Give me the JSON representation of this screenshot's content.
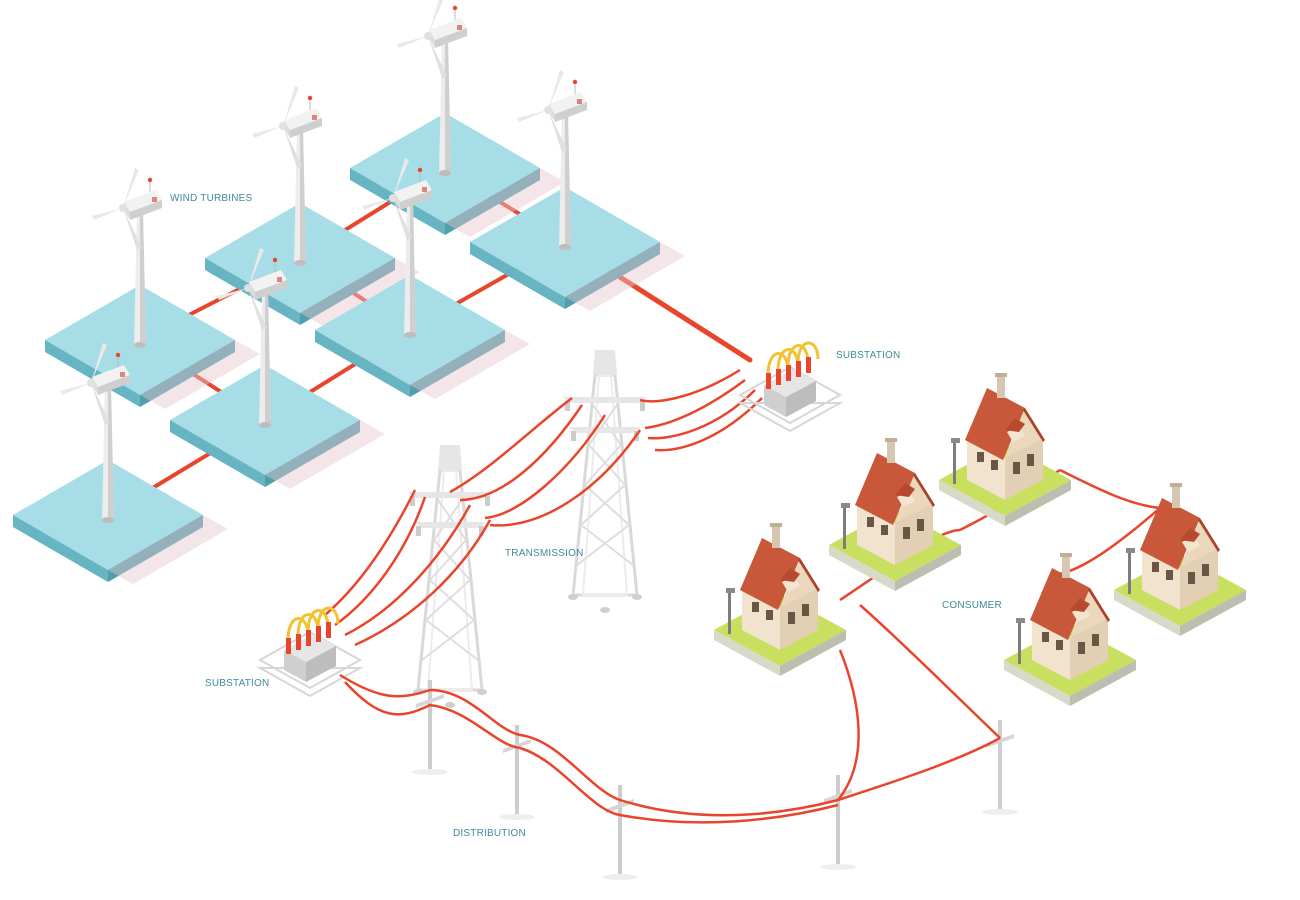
{
  "labels": {
    "wind_turbines": "WIND TURBINES",
    "substation_top": "SUBSTATION",
    "transmission": "TRANSMISSION",
    "substation_bottom": "SUBSTATION",
    "consumer": "CONSUMER",
    "distribution": "DISTRIBUTION"
  },
  "colors": {
    "label": "#3f8a9a",
    "cable": "#e8452c",
    "platform_top": "#a6dde6",
    "platform_side": "#67b5c3",
    "lawn": "#c8df5f",
    "roof": "#c9583a",
    "wall": "#f1e3cd",
    "pylon": "#d9d9d9",
    "pole": "#c9c9c9"
  },
  "icons": [
    "wind-turbine-icon",
    "substation-icon",
    "transmission-tower-icon",
    "utility-pole-icon",
    "house-icon",
    "street-lamp-icon"
  ]
}
